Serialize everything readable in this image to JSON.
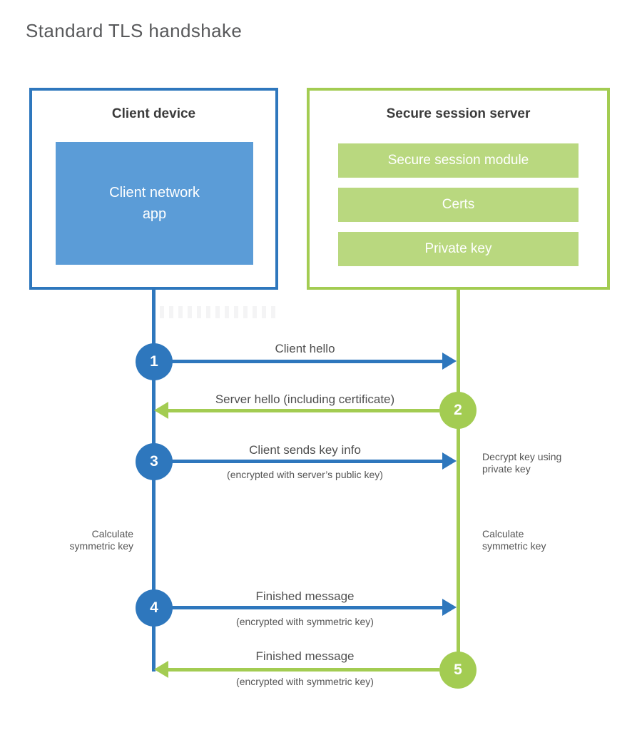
{
  "title": "Standard TLS handshake",
  "colors": {
    "blue": "#2e77bd",
    "blue_light": "#5b9cd7",
    "green": "#a3cc52",
    "green_light": "#b9d87f",
    "text_dark": "#3b3b3b",
    "text_gray": "#4f4f4f"
  },
  "client_box": {
    "title": "Client device",
    "app_line1": "Client network",
    "app_line2": "app"
  },
  "server_box": {
    "title": "Secure session server",
    "modules": [
      "Secure session module",
      "Certs",
      "Private key"
    ]
  },
  "steps": [
    {
      "number": "1",
      "label": "Client hello",
      "sublabel": "",
      "direction": "right",
      "color": "blue"
    },
    {
      "number": "2",
      "label": "Server hello (including certificate)",
      "sublabel": "",
      "direction": "left",
      "color": "green"
    },
    {
      "number": "3",
      "label": "Client sends key info",
      "sublabel": "(encrypted with server’s public key)",
      "direction": "right",
      "color": "blue"
    },
    {
      "number": "4",
      "label": "Finished message",
      "sublabel": "(encrypted with symmetric key)",
      "direction": "right",
      "color": "blue"
    },
    {
      "number": "5",
      "label": "Finished message",
      "sublabel": "(encrypted with symmetric key)",
      "direction": "left",
      "color": "green"
    }
  ],
  "side_notes": {
    "decrypt_line1": "Decrypt key using",
    "decrypt_line2": "private key",
    "calc_left_line1": "Calculate",
    "calc_left_line2": "symmetric key",
    "calc_right_line1": "Calculate",
    "calc_right_line2": "symmetric key"
  }
}
